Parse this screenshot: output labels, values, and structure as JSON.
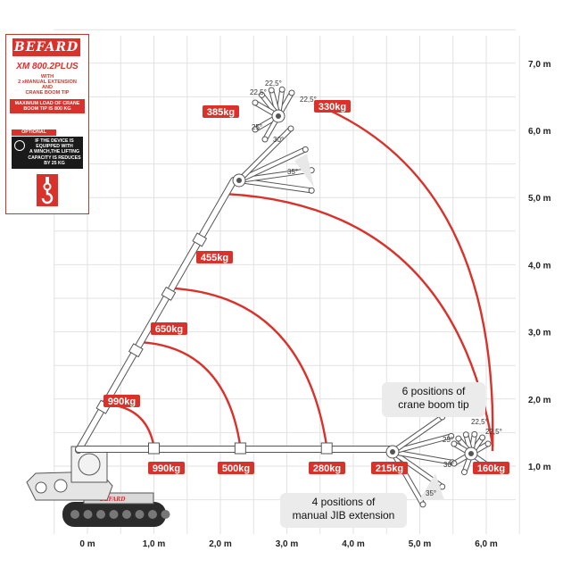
{
  "brand": {
    "logo_text": "BEFARD",
    "model": "XM 800.2PLUS",
    "subtitle_lines": [
      "WITH",
      "2 xMANUAL EXTENSION",
      "AND",
      "CRANE BOOM TIP"
    ],
    "max_load_lines": [
      "MAXIMUM LOAD OF CRANE",
      "BOOM TIP IS 800 KG"
    ],
    "optional_label": "OPTIONAL",
    "winch_note_lines": [
      "IF THE DEVICE IS",
      "EQUIPPED WITH",
      "A WINCH,THE LIFTING",
      "CAPACITY IS REDUCES",
      "BY 25 KG"
    ],
    "machine_label": "BEFARD"
  },
  "axes": {
    "x_ticks": [
      "0 m",
      "1,0 m",
      "2,0 m",
      "3,0 m",
      "4,0 m",
      "5,0 m",
      "6,0 m"
    ],
    "y_ticks": [
      "1,0 m",
      "2,0 m",
      "3,0 m",
      "4,0 m",
      "5,0 m",
      "6,0 m",
      "7,0 m"
    ]
  },
  "boom_loads": [
    {
      "label": "990kg",
      "r": 1.06
    },
    {
      "label": "650kg",
      "r": 2.32
    },
    {
      "label": "455kg",
      "r": 3.6
    },
    {
      "label": "385kg",
      "r": 5.6
    }
  ],
  "horizontal_loads": [
    {
      "label": "990kg",
      "x": 1.0
    },
    {
      "label": "500kg",
      "x": 2.3
    },
    {
      "label": "280kg",
      "x": 3.6
    },
    {
      "label": "215kg",
      "x": 4.9
    },
    {
      "label": "160kg",
      "x": 6.1
    }
  ],
  "tip_load": {
    "label": "330kg"
  },
  "angles": {
    "top": [
      "22,5°",
      "22,5°",
      "22,5°",
      "25°",
      "30°",
      "35°"
    ],
    "bottom": [
      "22,5°",
      "22,5°",
      "25°",
      "30°",
      "35°"
    ]
  },
  "notes": {
    "tip_positions_lines": [
      "6 positions of",
      "crane boom tip"
    ],
    "jib_positions_lines": [
      "4 positions of",
      "manual JIB extension"
    ]
  },
  "colors": {
    "accent": "#d9322b",
    "grid": "#e2e2e2",
    "boom_fill": "#ffffff",
    "boom_stroke": "#555555"
  }
}
